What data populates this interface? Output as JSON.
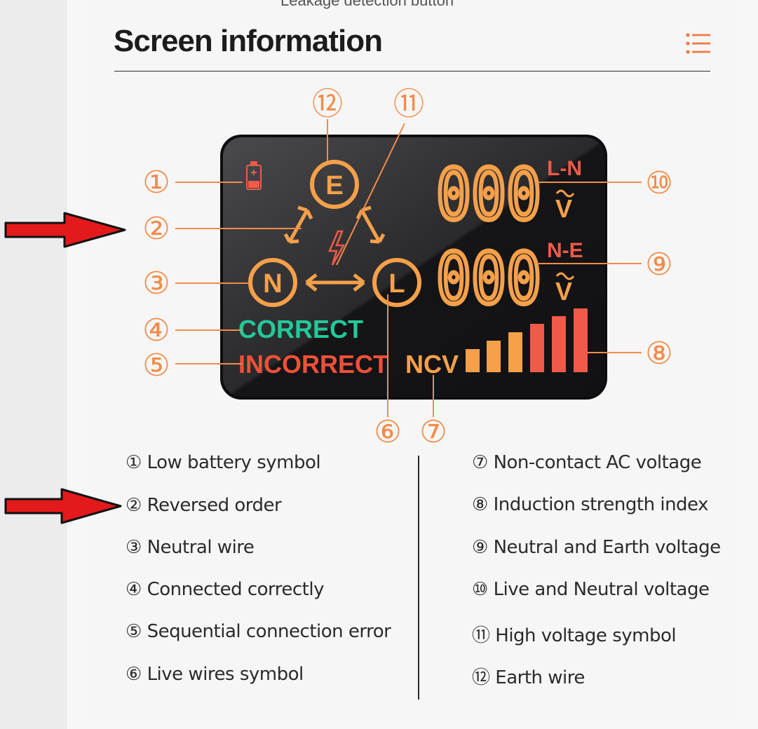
{
  "header": {
    "cut_text": "Leakage detection button",
    "title": "Screen information",
    "menu_icon": "list-icon",
    "accent": "#ef7a45"
  },
  "display": {
    "e_label": "E",
    "n_label": "N",
    "l_label": "L",
    "correct": "CORRECT",
    "incorrect": "INCORRECT",
    "ncv": "NCV",
    "ln_digits": "000",
    "ln_label": "L-N",
    "ne_digits": "000",
    "ne_label": "N-E",
    "unit": "V",
    "correct_color": "#22c99a",
    "incorrect_color": "#f0503a",
    "digit_color": "#f6a04a"
  },
  "callouts": {
    "c1": "①",
    "c2": "②",
    "c3": "③",
    "c4": "④",
    "c5": "⑤",
    "c6": "⑥",
    "c7": "⑦",
    "c8": "⑧",
    "c9": "⑨",
    "c10": "⑩",
    "c11": "⑪",
    "c12": "⑫"
  },
  "legend": {
    "left": [
      "① Low battery symbol",
      "② Reversed order",
      "③ Neutral wire",
      "④ Connected correctly",
      "⑤ Sequential connection error",
      "⑥ Live wires symbol"
    ],
    "right": [
      "⑦ Non-contact AC voltage",
      "⑧ Induction strength index",
      "⑨ Neutral and Earth voltage",
      "⑩ Live and Neutral voltage",
      "⑪ High voltage symbol",
      "⑫ Earth wire"
    ]
  }
}
